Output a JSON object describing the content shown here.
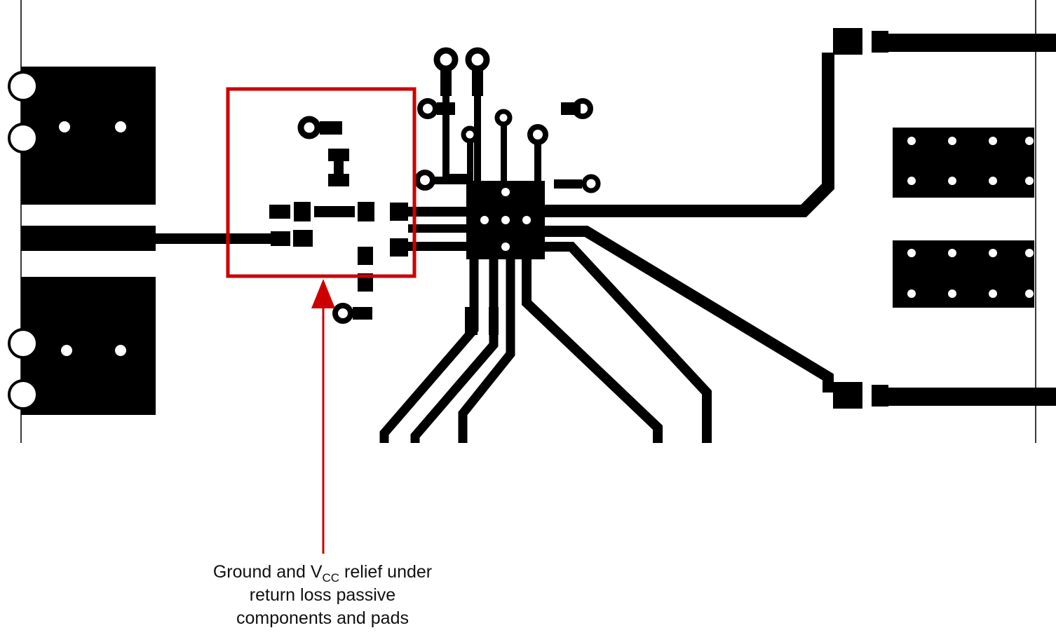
{
  "annotation": {
    "line1_before_sub": "Ground and V",
    "line1_sub": "CC",
    "line1_after_sub": " relief under",
    "line2": "return loss passive",
    "line3": "components and pads"
  },
  "colors": {
    "callout": "#cc0000",
    "artwork": "#000000",
    "background": "#ffffff"
  }
}
